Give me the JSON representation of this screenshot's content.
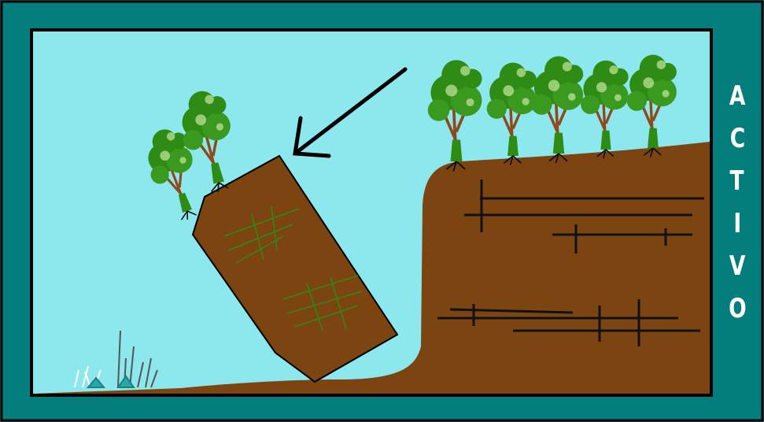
{
  "side_label": {
    "letters": [
      "A",
      "C",
      "T",
      "I",
      "V",
      "O"
    ]
  },
  "colors": {
    "frame": "#047D7D",
    "sky": "#8CE8EC",
    "soil": "#7B4410",
    "crack": "#111111",
    "tree_foliage": "#2E8B14",
    "tree_light": "#C8E6A0",
    "trunk": "#8C4A1E",
    "grass": "#2E8B14",
    "arrow": "#000000",
    "label_text": "#FFFFFF"
  },
  "icons": {
    "arrow": "arrow-down-left-icon",
    "tree": "tree-icon",
    "shrub": "shrub-icon"
  }
}
